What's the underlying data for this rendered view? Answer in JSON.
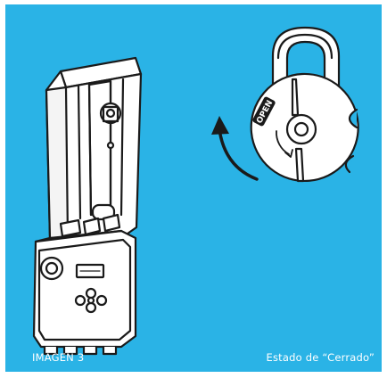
{
  "captions": {
    "figure_label": "IMAGEN 3",
    "state_label": "Estado de “Cerrado”"
  },
  "padlock": {
    "dial_text": "OPEN"
  },
  "colors": {
    "background": "#2ab3e6",
    "line": "#1a1a1a",
    "fill": "#ffffff"
  }
}
